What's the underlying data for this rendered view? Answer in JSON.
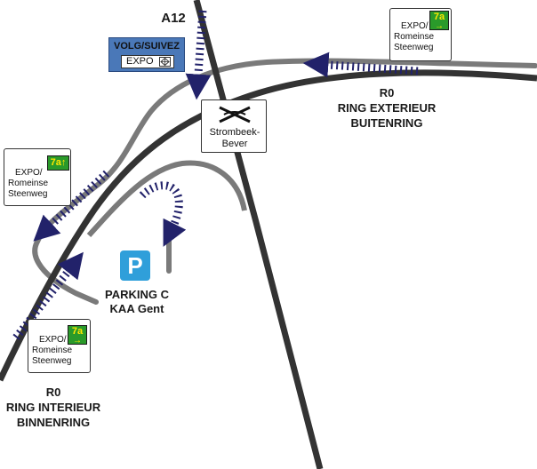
{
  "map": {
    "colors": {
      "main_road": "#333333",
      "ramp": "#7a7a7a",
      "flow_arrows": "#22226a",
      "parking": "#2f9fda",
      "exit_green": "#2a9a2a",
      "exit_yellow": "#ffe800",
      "follow_sign_blue": "#4a78b8"
    },
    "highway_a12": {
      "label": "A12"
    },
    "follow_sign": {
      "title": "VOLG/SUIVEZ",
      "destination": "EXPO",
      "icon": "expo-pictogram-icon"
    },
    "junction_sign": {
      "icon": "interchange-icon",
      "line1": "Strombeek-",
      "line2": "Bever"
    },
    "ring_exterior": {
      "line1": "R0",
      "line2": "RING EXTERIEUR",
      "line3": "BUITENRING"
    },
    "ring_interior": {
      "line1": "R0",
      "line2": "RING INTERIEUR",
      "line3": "BINNENRING"
    },
    "exit_signs": [
      {
        "number": "7a",
        "arrow": "→",
        "line1": "EXPO/",
        "line2": "Romeinse",
        "line3": "Steenweg"
      },
      {
        "number": "7a",
        "arrow": "↑",
        "line1": "EXPO/",
        "line2": "Romeinse",
        "line3": "Steenweg"
      },
      {
        "number": "7a",
        "arrow": "→",
        "line1": "EXPO/",
        "line2": "Romeinse",
        "line3": "Steenweg"
      }
    ],
    "parking": {
      "symbol": "P",
      "line1": "PARKING C",
      "line2": "KAA Gent"
    }
  }
}
